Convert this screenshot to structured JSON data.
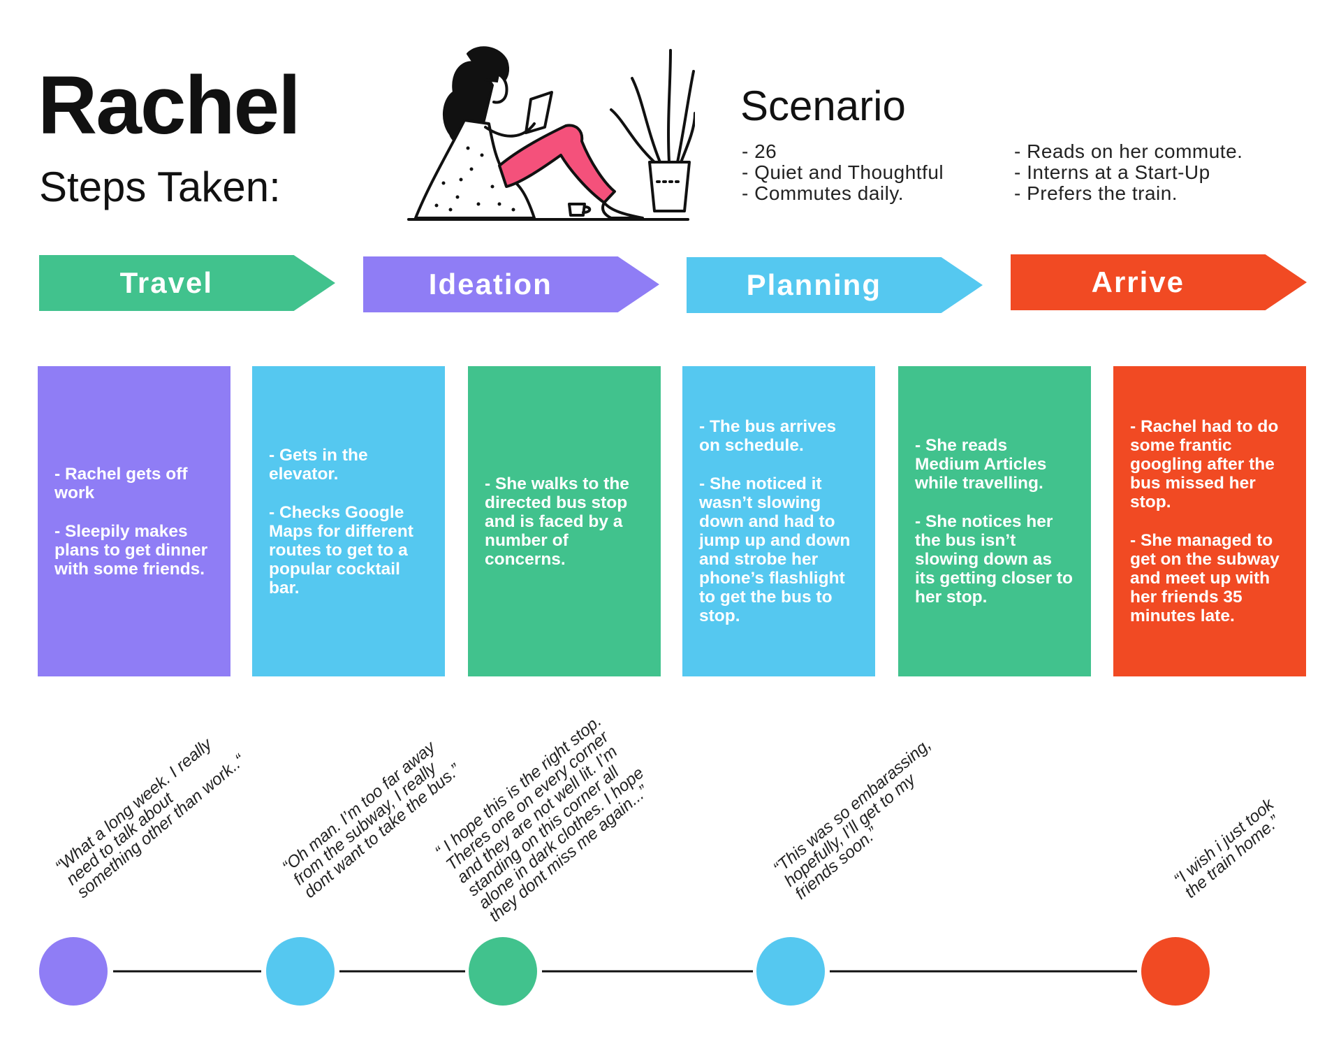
{
  "header": {
    "title": "Rachel",
    "subtitle": "Steps Taken:"
  },
  "scenario": {
    "title": "Scenario",
    "left_items": [
      "- 26",
      "- Quiet and Thoughtful",
      "- Commutes daily."
    ],
    "right_items": [
      "- Reads on her commute.",
      "- Interns at a Start-Up",
      "- Prefers the train."
    ]
  },
  "phases": [
    {
      "label": "Travel",
      "color": "#41C28D"
    },
    {
      "label": "Ideation",
      "color": "#8F7DF5"
    },
    {
      "label": "Planning",
      "color": "#55C8F0"
    },
    {
      "label": "Arrive",
      "color": "#F14A23"
    }
  ],
  "steps": [
    {
      "color": "#8F7DF5",
      "paragraphs": [
        "- Rachel gets off work",
        "- Sleepily makes plans to get dinner with some friends."
      ]
    },
    {
      "color": "#55C8F0",
      "paragraphs": [
        "- Gets in the elevator.",
        "- Checks Google Maps for different routes to get to a popular cocktail bar."
      ]
    },
    {
      "color": "#41C28D",
      "paragraphs": [
        "- She walks to the directed bus stop and is faced by a number of concerns."
      ]
    },
    {
      "color": "#55C8F0",
      "paragraphs": [
        "- The bus arrives on schedule.",
        "- She noticed it wasn’t slowing down and had to jump up and down and strobe her phone’s flashlight to get the bus to stop."
      ]
    },
    {
      "color": "#41C28D",
      "paragraphs": [
        "- She reads Medium Articles while travelling.",
        "- She notices her the bus isn’t slowing down as its getting closer to her stop."
      ]
    },
    {
      "color": "#F14A23",
      "paragraphs": [
        "- Rachel had to do some frantic googling after the  bus missed her stop.",
        "- She managed to get on the subway and meet up with her friends 35 minutes late."
      ]
    }
  ],
  "quotes": [
    {
      "color": "#8F7DF5",
      "lines": [
        "“What a long week. I really",
        "need to talk about",
        "something other than work..“"
      ]
    },
    {
      "color": "#55C8F0",
      "lines": [
        "“Oh man. I’m too far away",
        "from the subway, I really",
        "dont want to take the bus.”"
      ]
    },
    {
      "color": "#41C28D",
      "lines": [
        "“ I hope this is the right stop.",
        "Theres one on every corner",
        "and they are not well lit. I’m",
        "standing on this corner all",
        "alone in dark clothes. I hope",
        "they dont miss me again...”"
      ]
    },
    {
      "color": "#55C8F0",
      "lines": [
        "“This was so embarassing,",
        "hopefully, I’ll get to my",
        "friends soon.”"
      ]
    },
    {
      "color": "#F14A23",
      "lines": [
        "“I wish i just took",
        "the train home.”"
      ]
    }
  ]
}
